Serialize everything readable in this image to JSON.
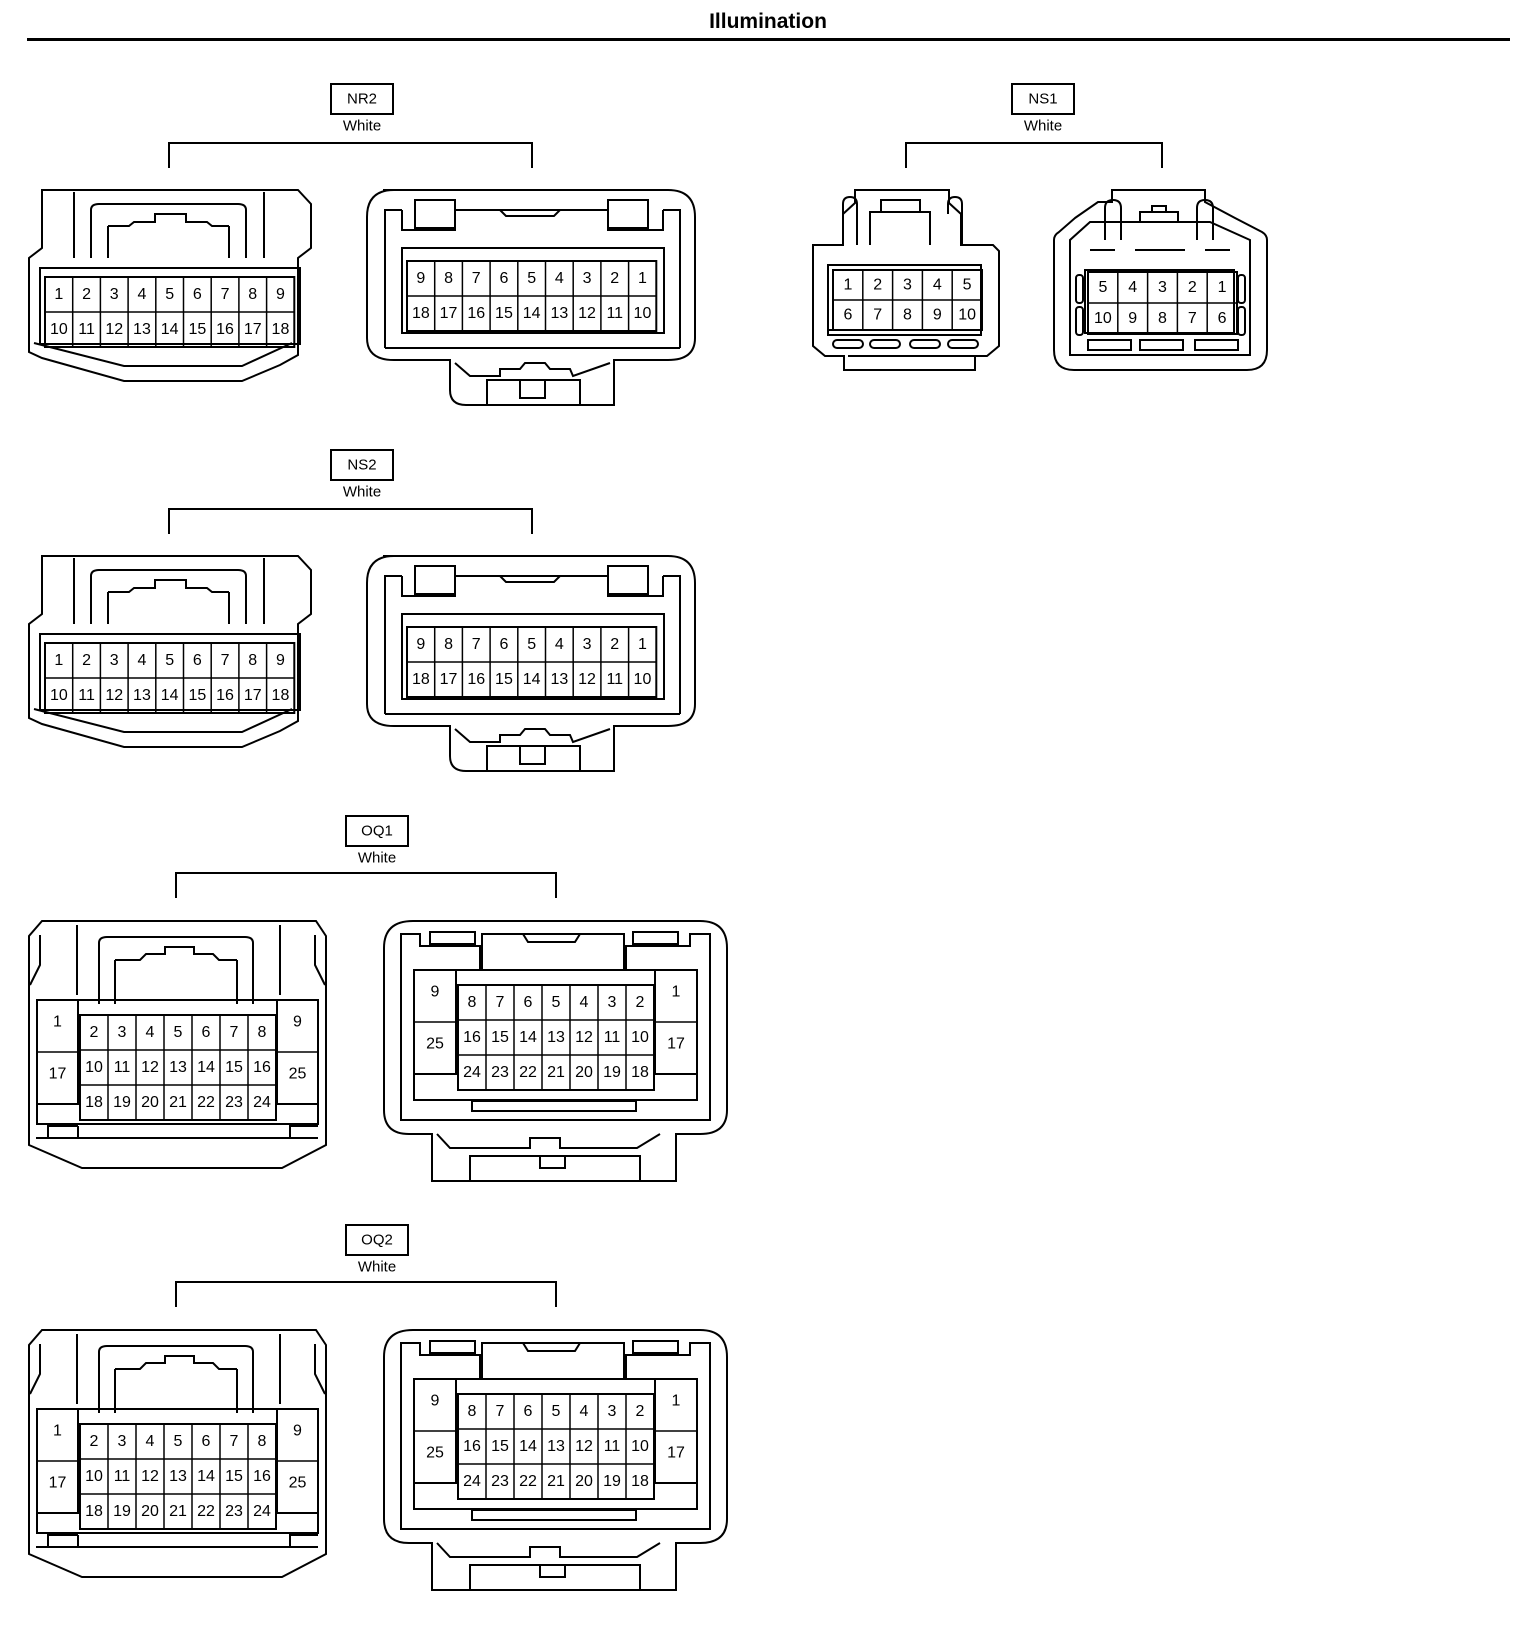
{
  "title": "Illumination",
  "connectors": [
    {
      "id": "NR2",
      "name": "NR2",
      "color": "White",
      "male": {
        "rows": [
          [
            "1",
            "2",
            "3",
            "4",
            "5",
            "6",
            "7",
            "8",
            "9"
          ],
          [
            "10",
            "11",
            "12",
            "13",
            "14",
            "15",
            "16",
            "17",
            "18"
          ]
        ]
      },
      "female": {
        "rows": [
          [
            "9",
            "8",
            "7",
            "6",
            "5",
            "4",
            "3",
            "2",
            "1"
          ],
          [
            "18",
            "17",
            "16",
            "15",
            "14",
            "13",
            "12",
            "11",
            "10"
          ]
        ]
      }
    },
    {
      "id": "NS1",
      "name": "NS1",
      "color": "White",
      "male": {
        "rows": [
          [
            "1",
            "2",
            "3",
            "4",
            "5"
          ],
          [
            "6",
            "7",
            "8",
            "9",
            "10"
          ]
        ]
      },
      "female": {
        "rows": [
          [
            "5",
            "4",
            "3",
            "2",
            "1"
          ],
          [
            "10",
            "9",
            "8",
            "7",
            "6"
          ]
        ]
      }
    },
    {
      "id": "NS2",
      "name": "NS2",
      "color": "White",
      "male": {
        "rows": [
          [
            "1",
            "2",
            "3",
            "4",
            "5",
            "6",
            "7",
            "8",
            "9"
          ],
          [
            "10",
            "11",
            "12",
            "13",
            "14",
            "15",
            "16",
            "17",
            "18"
          ]
        ]
      },
      "female": {
        "rows": [
          [
            "9",
            "8",
            "7",
            "6",
            "5",
            "4",
            "3",
            "2",
            "1"
          ],
          [
            "18",
            "17",
            "16",
            "15",
            "14",
            "13",
            "12",
            "11",
            "10"
          ]
        ]
      }
    },
    {
      "id": "OQ1",
      "name": "OQ1",
      "color": "White",
      "male": {
        "left": [
          "1",
          "17"
        ],
        "right": [
          "9",
          "25"
        ],
        "rows": [
          [
            "2",
            "3",
            "4",
            "5",
            "6",
            "7",
            "8"
          ],
          [
            "10",
            "11",
            "12",
            "13",
            "14",
            "15",
            "16"
          ],
          [
            "18",
            "19",
            "20",
            "21",
            "22",
            "23",
            "24"
          ]
        ]
      },
      "female": {
        "left": [
          "9",
          "25"
        ],
        "right": [
          "1",
          "17"
        ],
        "rows": [
          [
            "8",
            "7",
            "6",
            "5",
            "4",
            "3",
            "2"
          ],
          [
            "16",
            "15",
            "14",
            "13",
            "12",
            "11",
            "10"
          ],
          [
            "24",
            "23",
            "22",
            "21",
            "20",
            "19",
            "18"
          ]
        ]
      }
    },
    {
      "id": "OQ2",
      "name": "OQ2",
      "color": "White",
      "male": {
        "left": [
          "1",
          "17"
        ],
        "right": [
          "9",
          "25"
        ],
        "rows": [
          [
            "2",
            "3",
            "4",
            "5",
            "6",
            "7",
            "8"
          ],
          [
            "10",
            "11",
            "12",
            "13",
            "14",
            "15",
            "16"
          ],
          [
            "18",
            "19",
            "20",
            "21",
            "22",
            "23",
            "24"
          ]
        ]
      },
      "female": {
        "left": [
          "9",
          "25"
        ],
        "right": [
          "1",
          "17"
        ],
        "rows": [
          [
            "8",
            "7",
            "6",
            "5",
            "4",
            "3",
            "2"
          ],
          [
            "16",
            "15",
            "14",
            "13",
            "12",
            "11",
            "10"
          ],
          [
            "24",
            "23",
            "22",
            "21",
            "20",
            "19",
            "18"
          ]
        ]
      }
    }
  ]
}
